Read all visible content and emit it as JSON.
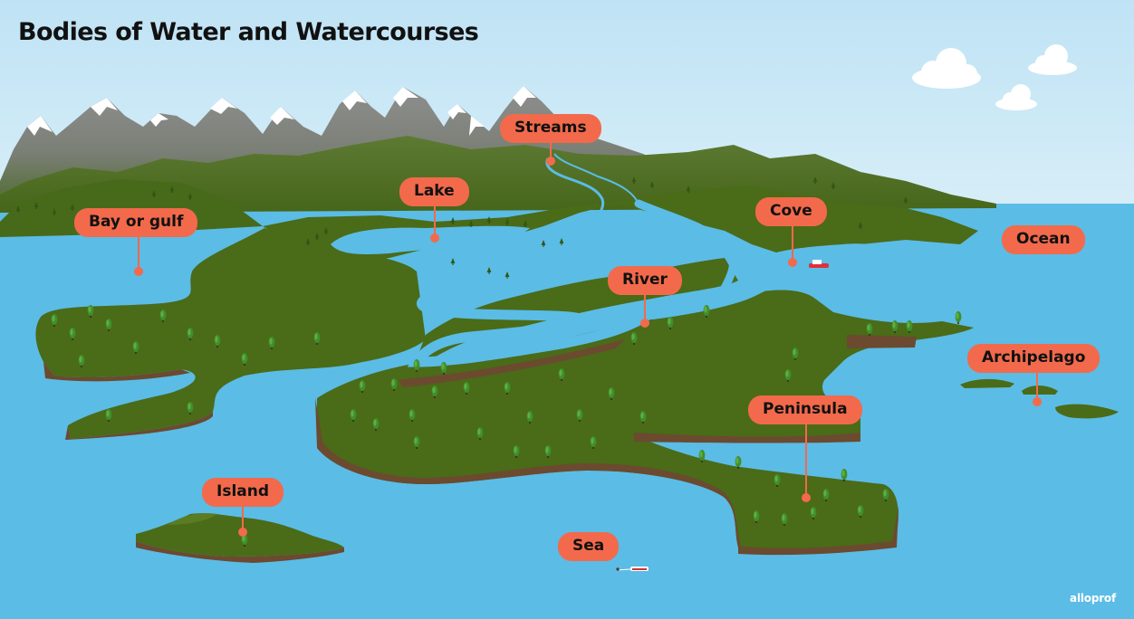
{
  "title": "Bodies of Water and Watercourses",
  "labels": {
    "streams": "Streams",
    "lake": "Lake",
    "bay_or_gulf": "Bay or gulf",
    "cove": "Cove",
    "ocean": "Ocean",
    "river": "River",
    "archipelago": "Archipelago",
    "peninsula": "Peninsula",
    "island": "Island",
    "sea": "Sea"
  },
  "brand": "alloprof",
  "colors": {
    "sky": "#c8e8f6",
    "water": "#5bbce6",
    "land": "#4a6b18",
    "soil": "#6b4a2f",
    "label_bg": "#f26a4b",
    "marker": "#f26a4b"
  }
}
